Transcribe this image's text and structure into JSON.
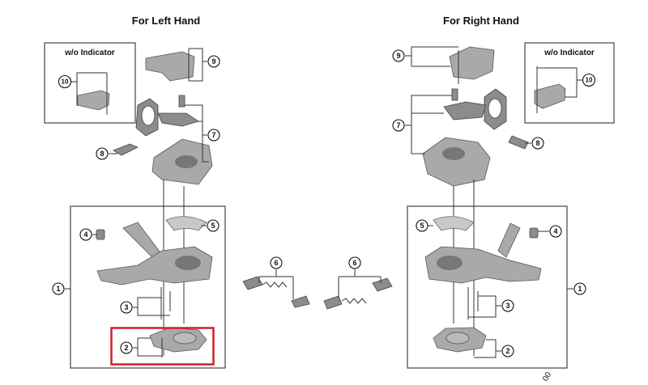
{
  "headings": {
    "left": "For Left Hand",
    "right": "For Right Hand"
  },
  "insets": {
    "left_label": "w/o Indicator",
    "right_label": "w/o Indicator"
  },
  "callouts": {
    "left": {
      "n1": "1",
      "n2": "2",
      "n3": "3",
      "n4": "4",
      "n5": "5",
      "n6": "6",
      "n7": "7",
      "n8": "8",
      "n9": "9",
      "n10": "10"
    },
    "right": {
      "n1": "1",
      "n2": "2",
      "n3": "3",
      "n4": "4",
      "n5": "5",
      "n6": "6",
      "n7": "7",
      "n8": "8",
      "n9": "9",
      "n10": "10"
    }
  },
  "highlight": {
    "color": "#d0202a",
    "part": "2"
  },
  "fragment_text": "00"
}
